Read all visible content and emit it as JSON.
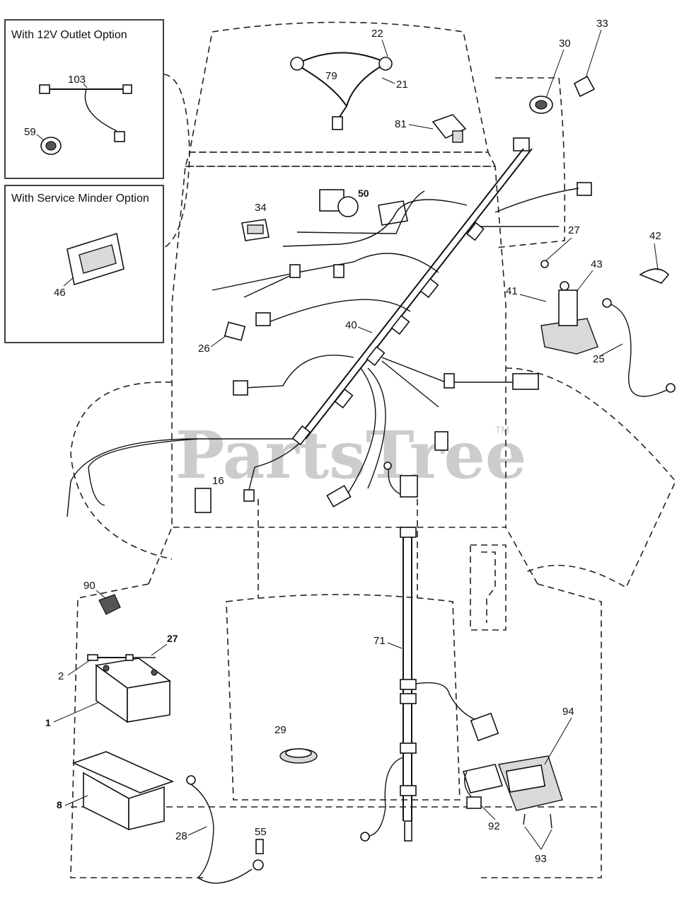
{
  "watermark": {
    "text": "PartsTree",
    "tm": "TM"
  },
  "insets": [
    {
      "title": "With 12V Outlet Option"
    },
    {
      "title": "With Service Minder Option"
    }
  ],
  "callouts": {
    "c103": "103",
    "c59": "59",
    "c46": "46",
    "c22": "22",
    "c79": "79",
    "c21": "21",
    "c81": "81",
    "c30": "30",
    "c33": "33",
    "c34": "34",
    "c50": "50",
    "c27a": "27",
    "c42": "42",
    "c43": "43",
    "c41": "41",
    "c25": "25",
    "c26": "26",
    "c40": "40",
    "c16": "16",
    "c90": "90",
    "c2": "2",
    "c27b": "27",
    "c1": "1",
    "c8": "8",
    "c28": "28",
    "c55": "55",
    "c29": "29",
    "c71": "71",
    "c94": "94",
    "c92": "92",
    "c93": "93"
  }
}
